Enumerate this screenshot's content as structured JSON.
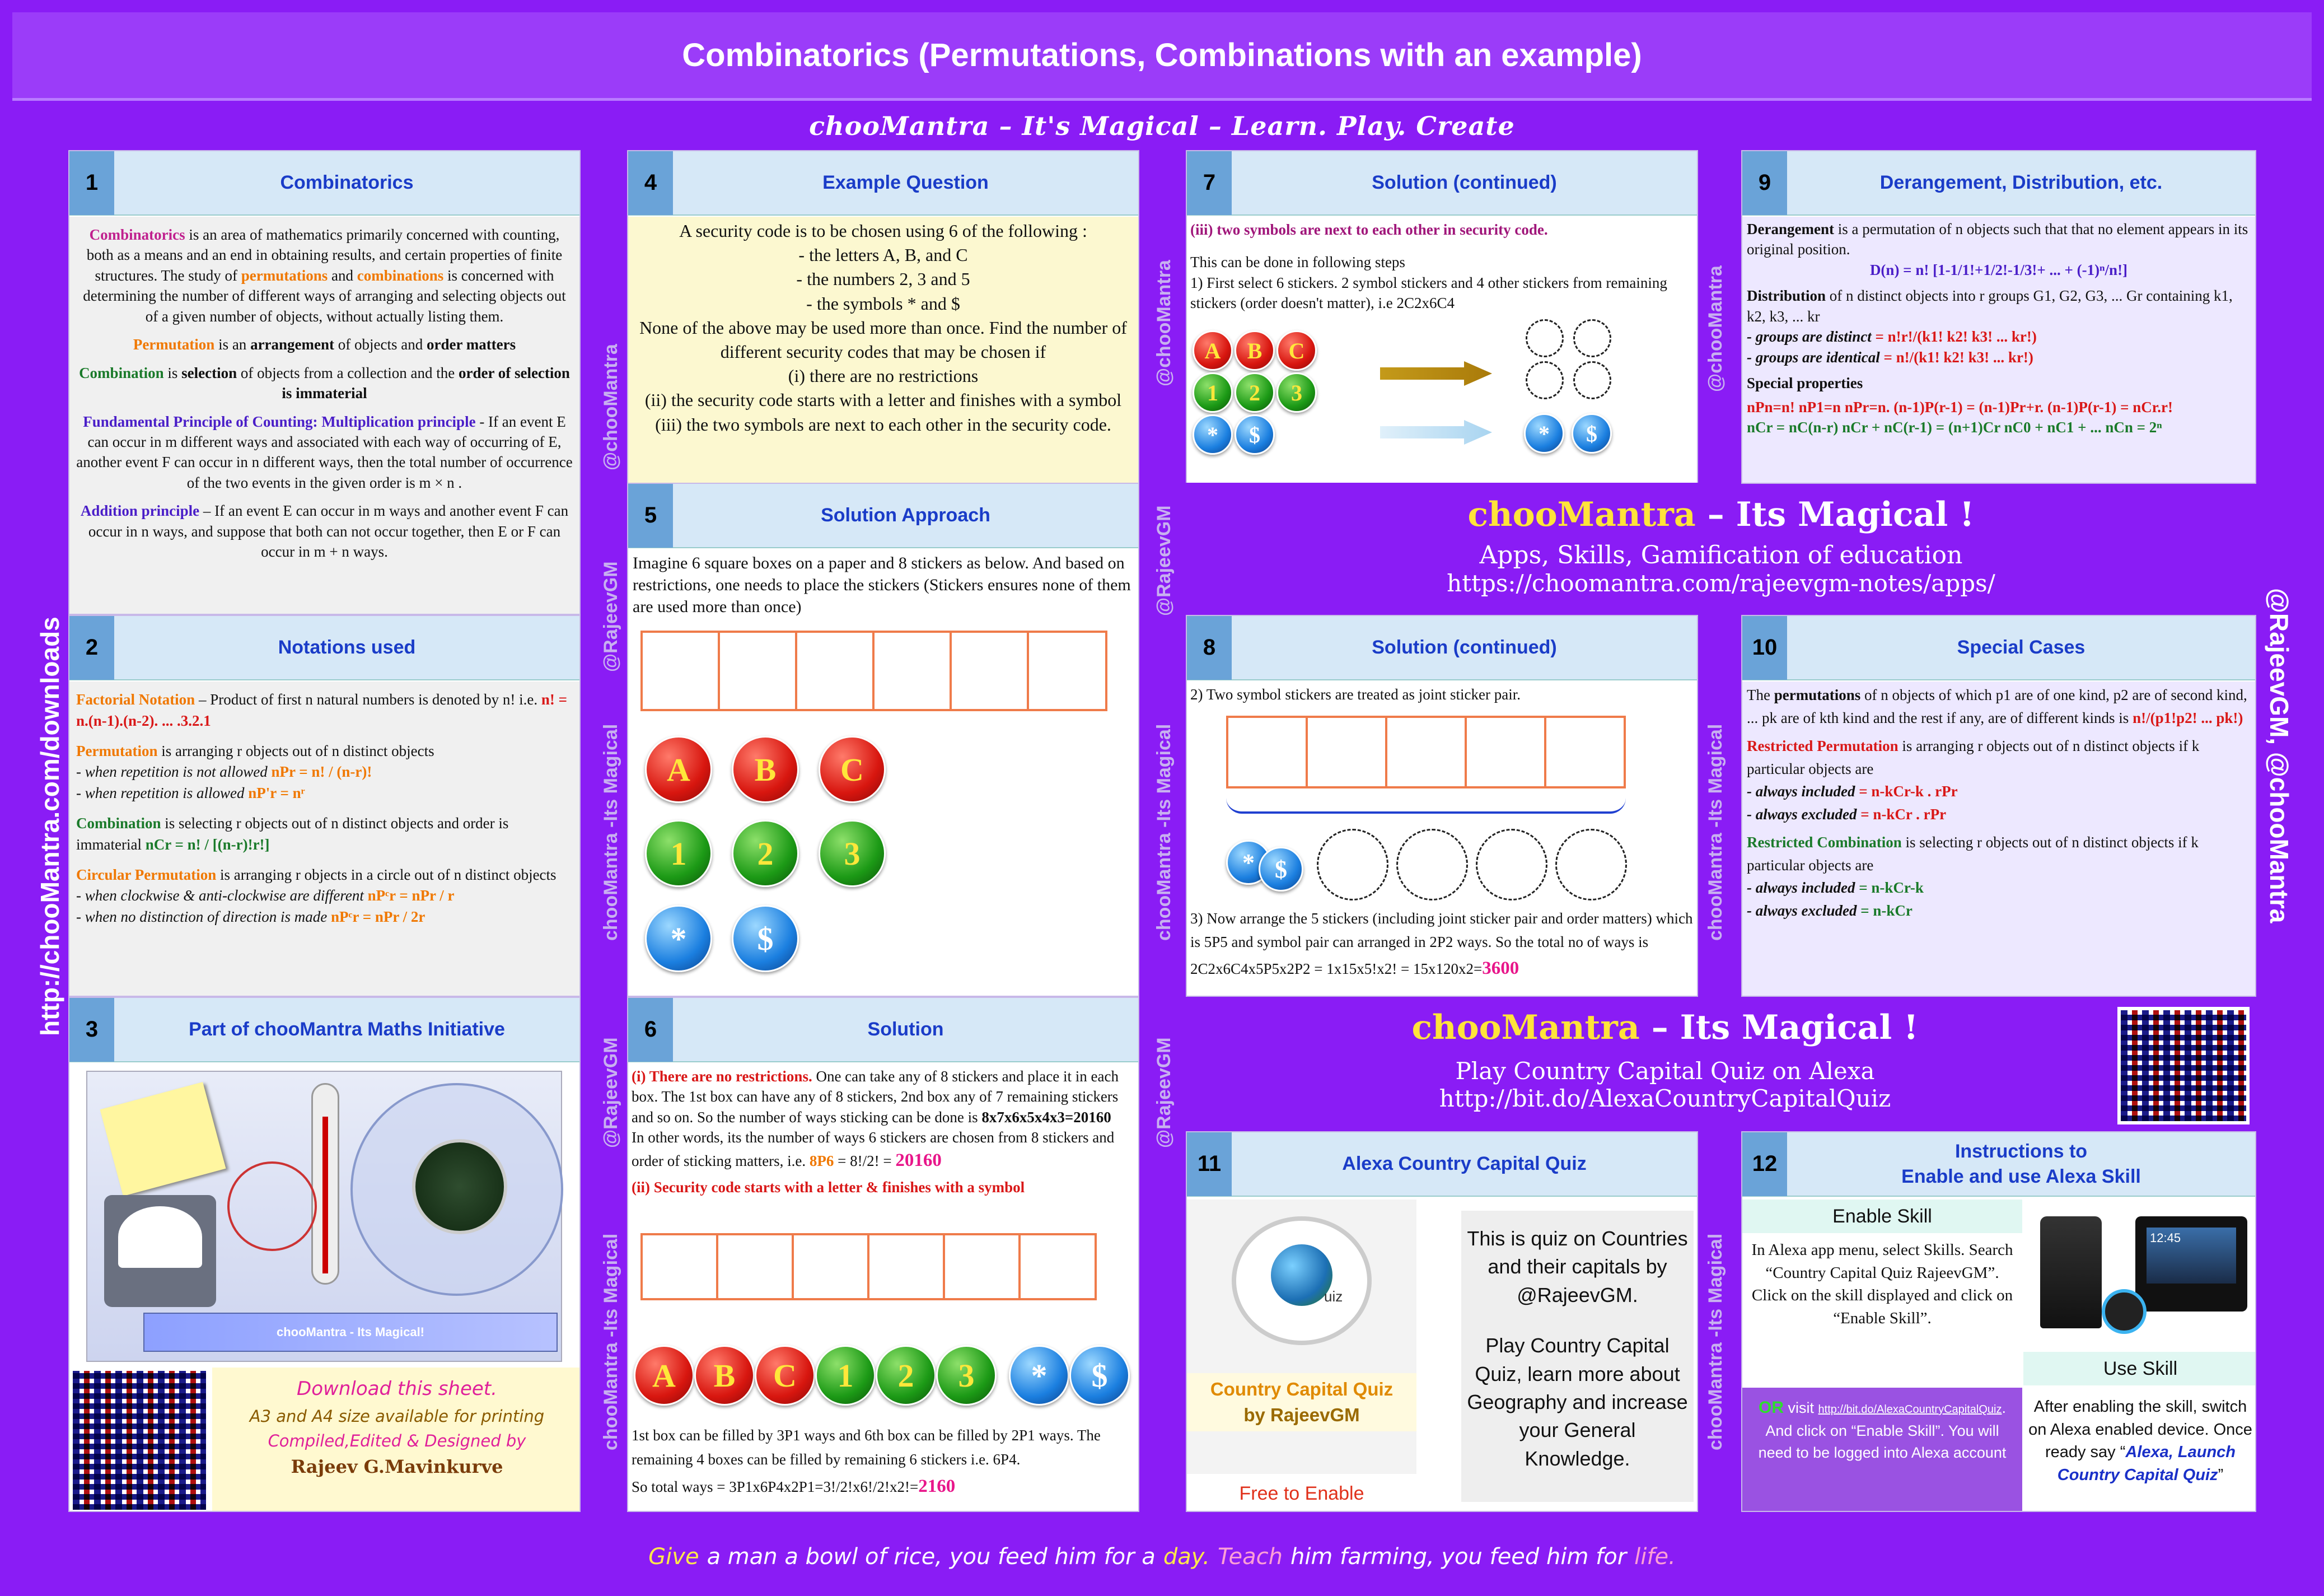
{
  "title": "Combinatorics (Permutations, Combinations with an example)",
  "tagline": "chooMantra – It's Magical – Learn. Play. Create",
  "side_left": "http://chooMantra.com/downloads",
  "side_right": "@RajeevGM, @chooMantra",
  "watermarks": {
    "a": "@chooMantra",
    "b": "@RajeevGM",
    "c": "chooMantra -Its Magical"
  },
  "footer": {
    "w1": "Give",
    "w2": "a man a bowl of rice, you feed him for a",
    "w3": "day.",
    "w4": "Teach",
    "w5": "him farming, you feed him for",
    "w6": "life."
  },
  "p1": {
    "num": "1",
    "title": "Combinatorics",
    "a1": "Combinatorics",
    "a2": " is an area of mathematics primarily concerned with counting, both as a means and an end in obtaining results, and certain properties of finite structures. The study of ",
    "a3": "permutations",
    "a4": " and ",
    "a5": "combinations",
    "a6": " is concerned with determining the number of different ways of arranging and selecting objects out of a given number of objects, without actually listing them.",
    "b1": "Permutation",
    "b2": " is an ",
    "b3": "arrangement",
    "b4": " of objects and ",
    "b5": "order matters",
    "c1": "Combination",
    "c2": " is ",
    "c3": "selection",
    "c4": " of objects from a collection and the ",
    "c5": "order of selection is immaterial",
    "d1": "Fundamental Principle of Counting: Multiplication principle",
    "d2": " - If an event E can occur in m different ways and associated with each way of occurring of E, another event F can occur in n different ways, then the total number of occurrence of the two events in the given order is m × n .",
    "e1": "Addition principle",
    "e2": " – If an event E can occur in m ways and another event F can occur in n ways, and suppose that both can not occur together, then E or F can occur in m + n ways."
  },
  "p2": {
    "num": "2",
    "title": "Notations used",
    "a1": "Factorial Notation",
    "a2": " – Product of  first n natural numbers is denoted by n!  i.e. ",
    "a3": "n! = n.(n-1).(n-2). ... .3.2.1",
    "b1": "Permutation",
    "b2": " is arranging r objects out of n distinct objects",
    "b3": "- when repetition is not allowed ",
    "b4": "nPr = n! / (n-r)!",
    "b5": "- when repetition is allowed ",
    "b6": "nP'r = nʳ",
    "c1": "Combination",
    "c2": " is selecting r objects out of n distinct objects and order is immaterial ",
    "c3": "nCr = n! / [(n-r)!r!]",
    "d1": "Circular Permutation",
    "d2": " is arranging r objects in a circle out of n distinct objects",
    "d3": "- when clockwise & anti-clockwise are different ",
    "d4": "nPᶜr = nPr  / r",
    "d5": "- when no distinction of direction is made ",
    "d6": "nPᶜr = nPr  / 2r"
  },
  "p3": {
    "num": "3",
    "title": "Part of chooMantra Maths Initiative",
    "img_text": "chooMantra - Its Magical!",
    "download": "Download this sheet.",
    "sizes": "A3 and A4 size available for printing",
    "credit": "Compiled,Edited & Designed by",
    "author": "Rajeev G.Mavinkurve"
  },
  "p4": {
    "num": "4",
    "title": "Example Question",
    "lines": [
      "A security code is to be chosen using 6 of the following :",
      "- the letters A, B, and C",
      "- the numbers 2, 3 and 5",
      "- the symbols * and $",
      "None of the above may be used more than once. Find the number of different security codes that may be chosen if",
      "(i)  there are no restrictions",
      "(ii) the security code starts with a letter and finishes with a symbol",
      "(iii) the two symbols are next to each other in the security code."
    ]
  },
  "p5": {
    "num": "5",
    "title": "Solution Approach",
    "text": "Imagine 6 square boxes on a paper and 8 stickers as below. And based on restrictions, one needs to place the stickers (Stickers ensures none of them are used more than once)"
  },
  "balls": [
    "A",
    "B",
    "C",
    "1",
    "2",
    "3",
    "*",
    "$"
  ],
  "p6": {
    "num": "6",
    "title": "Solution",
    "a1": "(i) There are no restrictions.",
    "a2": " One can take any of 8 stickers and place it in each box. The 1st box can have any of 8 stickers, 2nd box any of 7 remaining stickers and so on. So the number of ways sticking can be done is ",
    "a3": "8x7x6x5x4x3=20160",
    "a4": "In other words, its the number of ways 6 stickers are chosen from 8 stickers and order of sticking matters, i.e. ",
    "a5": "8P6",
    "a6": " = 8!/2! = ",
    "a7": "20160",
    "b1": "(ii) Security code starts with a letter & finishes with a symbol",
    "c1": "1st box can be filled by 3P1 ways and 6th box can be filled by 2P1 ways. The remaining 4 boxes can be filled by remaining 6 stickers i.e. 6P4.",
    "c2": "So total ways = 3P1x6P4x2P1=3!/2!x6!/2!x2!=",
    "c3": "2160"
  },
  "p7": {
    "num": "7",
    "title": "Solution (continued)",
    "a1": "(iii) two symbols are next to each other in security code.",
    "a2": "This can be done in following steps",
    "a3": "1) First select 6 stickers. 2 symbol stickers and 4 other stickers from remaining stickers (order doesn't matter), i.e 2C2x6C4"
  },
  "p8": {
    "num": "8",
    "title": "Solution (continued)",
    "a1": "2) Two symbol stickers are treated as joint sticker pair.",
    "a2": "3) Now arrange the 5 stickers (including joint sticker pair and order matters) which is 5P5 and symbol pair can arranged in 2P2 ways. So the total no of ways is 2C2x6C4x5P5x2P2 = 1x15x5!x2! = 15x120x2=",
    "a3": "3600"
  },
  "p9": {
    "num": "9",
    "title": "Derangement, Distribution, etc.",
    "a1": "Derangement",
    "a2": " is a permutation of n objects such that that no element appears in its original position.",
    "a3": "D(n) = n! [1-1/1!+1/2!-1/3!+ ... + (-1)ⁿ/n!]",
    "b1": "Distribution",
    "b2": " of n distinct objects into r groups G1, G2, G3, ... Gr containing k1, k2, k3, ... kr",
    "b3": "- groups are distinct",
    "b4": "= n!r!/(k1! k2! k3! ... kr!)",
    "b5": "- groups are identical",
    "b6": "= n!/(k1! k2! k3! ... kr!)",
    "c1": "Special properties",
    "c2": "nPn=n!   nP1=n   nPr=n. (n-1)P(r-1) = (n-1)Pr+r. (n-1)P(r-1) = nCr.r!",
    "c3": "nCr = nC(n-r)   nCr + nC(r-1) = (n+1)Cr   nC0 + nC1 + ... nCn = 2ⁿ"
  },
  "ad1": {
    "brand": "chooMantra",
    "rest": " – Its Magical !",
    "l1": "Apps, Skills, Gamification of education",
    "l2": "https://choomantra.com/rajeevgm-notes/apps/"
  },
  "p10": {
    "num": "10",
    "title": "Special Cases",
    "a1": "The ",
    "a2": "permutations",
    "a3": " of n objects of which p1 are of one kind, p2 are of second kind, ...  pk are of kth kind and the rest if any, are of different kinds is ",
    "a4": "n!/(p1!p2! ... pk!)",
    "b1": "Restricted Permutation",
    "b2": " is arranging r objects out of n distinct objects if k particular objects are",
    "b3": "- always included",
    "b4": "= n-kCr-k . rPr",
    "b5": "- always excluded",
    "b6": "= n-kCr . rPr",
    "c1": "Restricted Combination",
    "c2": " is selecting r objects out of n distinct objects if k particular objects are",
    "c3": "- always included",
    "c4": "= n-kCr-k",
    "c5": "- always excluded",
    "c6": "= n-kCr"
  },
  "ad2": {
    "brand": "chooMantra",
    "rest": " – Its Magical !",
    "l1": "Play Country Capital Quiz on Alexa",
    "l2": "http://bit.do/AlexaCountryCapitalQuiz"
  },
  "p11": {
    "num": "11",
    "title": "Alexa Country Capital Quiz",
    "logo": "uiz",
    "name1": "Country Capital Quiz",
    "name2": "by RajeevGM",
    "free": "Free to Enable",
    "desc1": "This is quiz on Countries and their capitals by @RajeevGM.",
    "desc2": "Play Country Capital Quiz, learn more about Geography and increase your General Knowledge."
  },
  "p12": {
    "num": "12",
    "title1": "Instructions to",
    "title2": "Enable and use Alexa Skill",
    "enable_h": "Enable Skill",
    "enable_t": "In Alexa app menu, select Skills. Search “Country Capital Quiz RajeevGM”. Click on the skill displayed and click on “Enable Skill”.",
    "or": "OR",
    "visit": " visit ",
    "link": "http://bit.do/AlexaCountryCapitalQuiz",
    "or_t": ". And click on “Enable Skill”. You will need to be logged into Alexa account",
    "use_h": "Use Skill",
    "use_t": "After enabling the skill, switch on Alexa enabled device. Once ready say “",
    "use_q": "Alexa, Launch Country Capital Quiz",
    "use_e": "”",
    "screen": "12:45"
  },
  "colors": {
    "bg": "#8a1cf5",
    "header": "#d6e8f7",
    "num": "#6aa3d8",
    "title": "#1a3cc8"
  }
}
